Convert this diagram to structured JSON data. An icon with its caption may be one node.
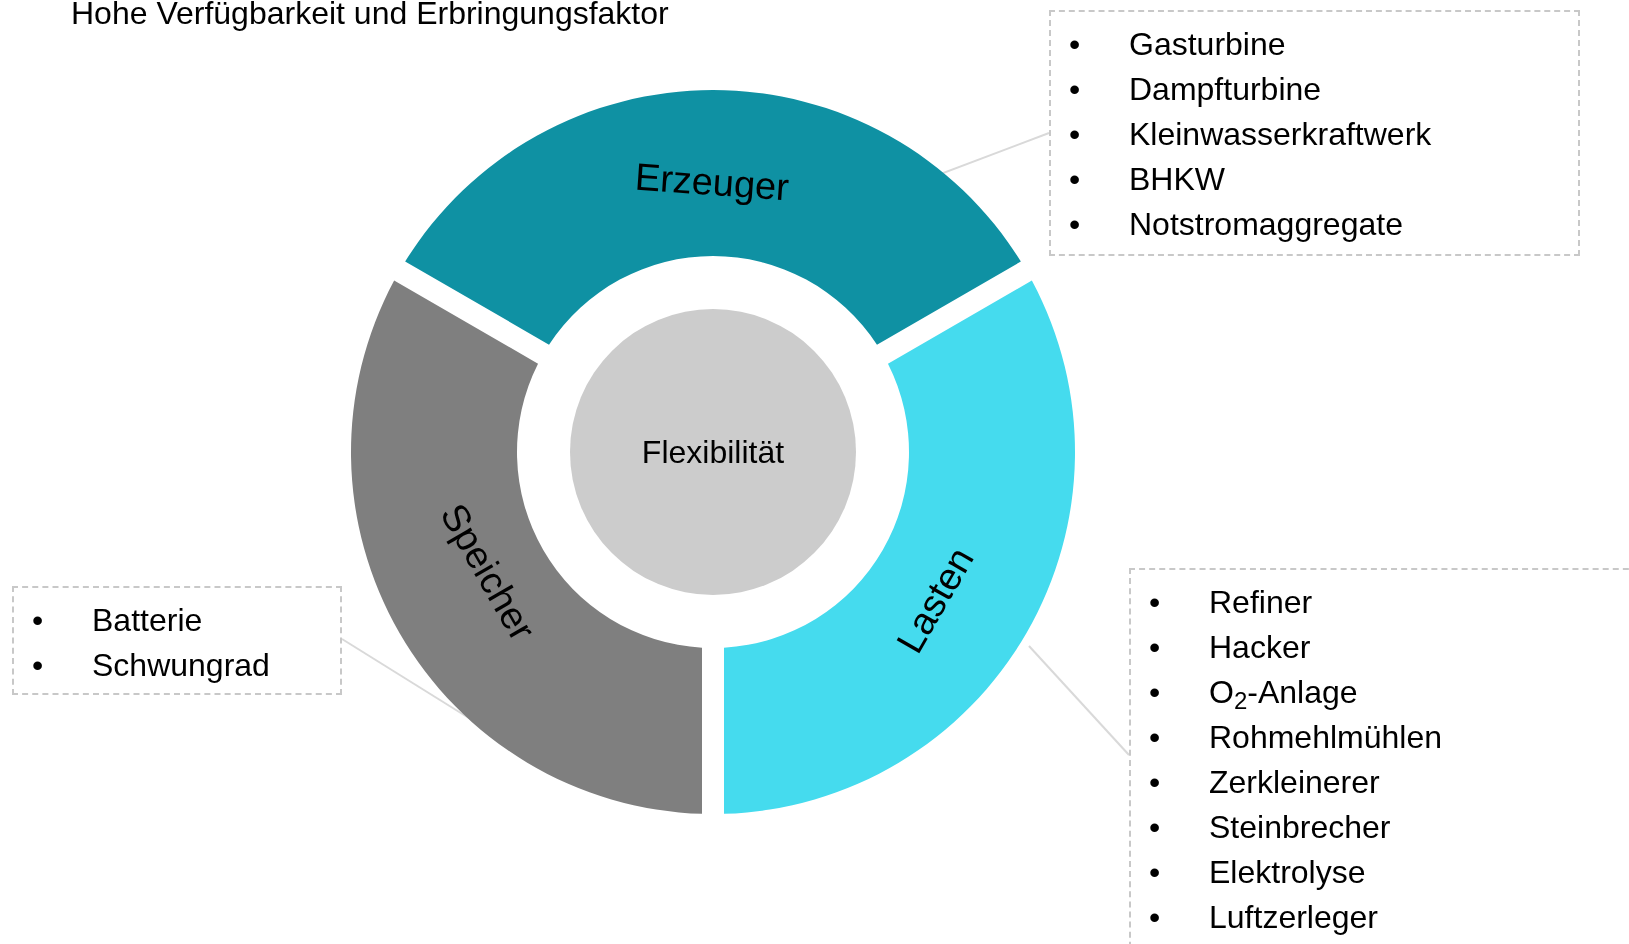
{
  "diagram": {
    "nodes": [
      {
        "text": [
          "Flexibilität"
        ]
      },
      {
        "text": [
          "Erzeuger"
        ]
      },
      {
        "text": [
          "Lasten"
        ]
      },
      {
        "text": [
          "Speicher"
        ]
      },
      {
        "text": [
          "• Gasturbine",
          "• Dampfturbine",
          "• Kleinwasserkraftwerk",
          "• BHKW",
          "• Notstromaggregate"
        ]
      },
      {
        "text": [
          "• Refiner",
          "• Hacker",
          "• O$_{2}$-Anlage",
          "• Rohmehlmühlen",
          "• Zerkleinerer",
          "• Steinbrecher",
          "• Elektrolyse",
          "• Luftzerleger"
        ]
      },
      {
        "text": [
          "• Batterie",
          "• Schwungrad"
        ]
      }
    ],
    "edges": [
      {
        "from": 4,
        "to": 1,
        "arrow": "none"
      },
      {
        "from": 5,
        "to": 2,
        "arrow": "none"
      },
      {
        "from": 6,
        "to": 3,
        "arrow": "none"
      }
    ],
    "labels": [
      "Hohe Verfügbarkeit und Erbringungsfaktor"
    ]
  }
}
